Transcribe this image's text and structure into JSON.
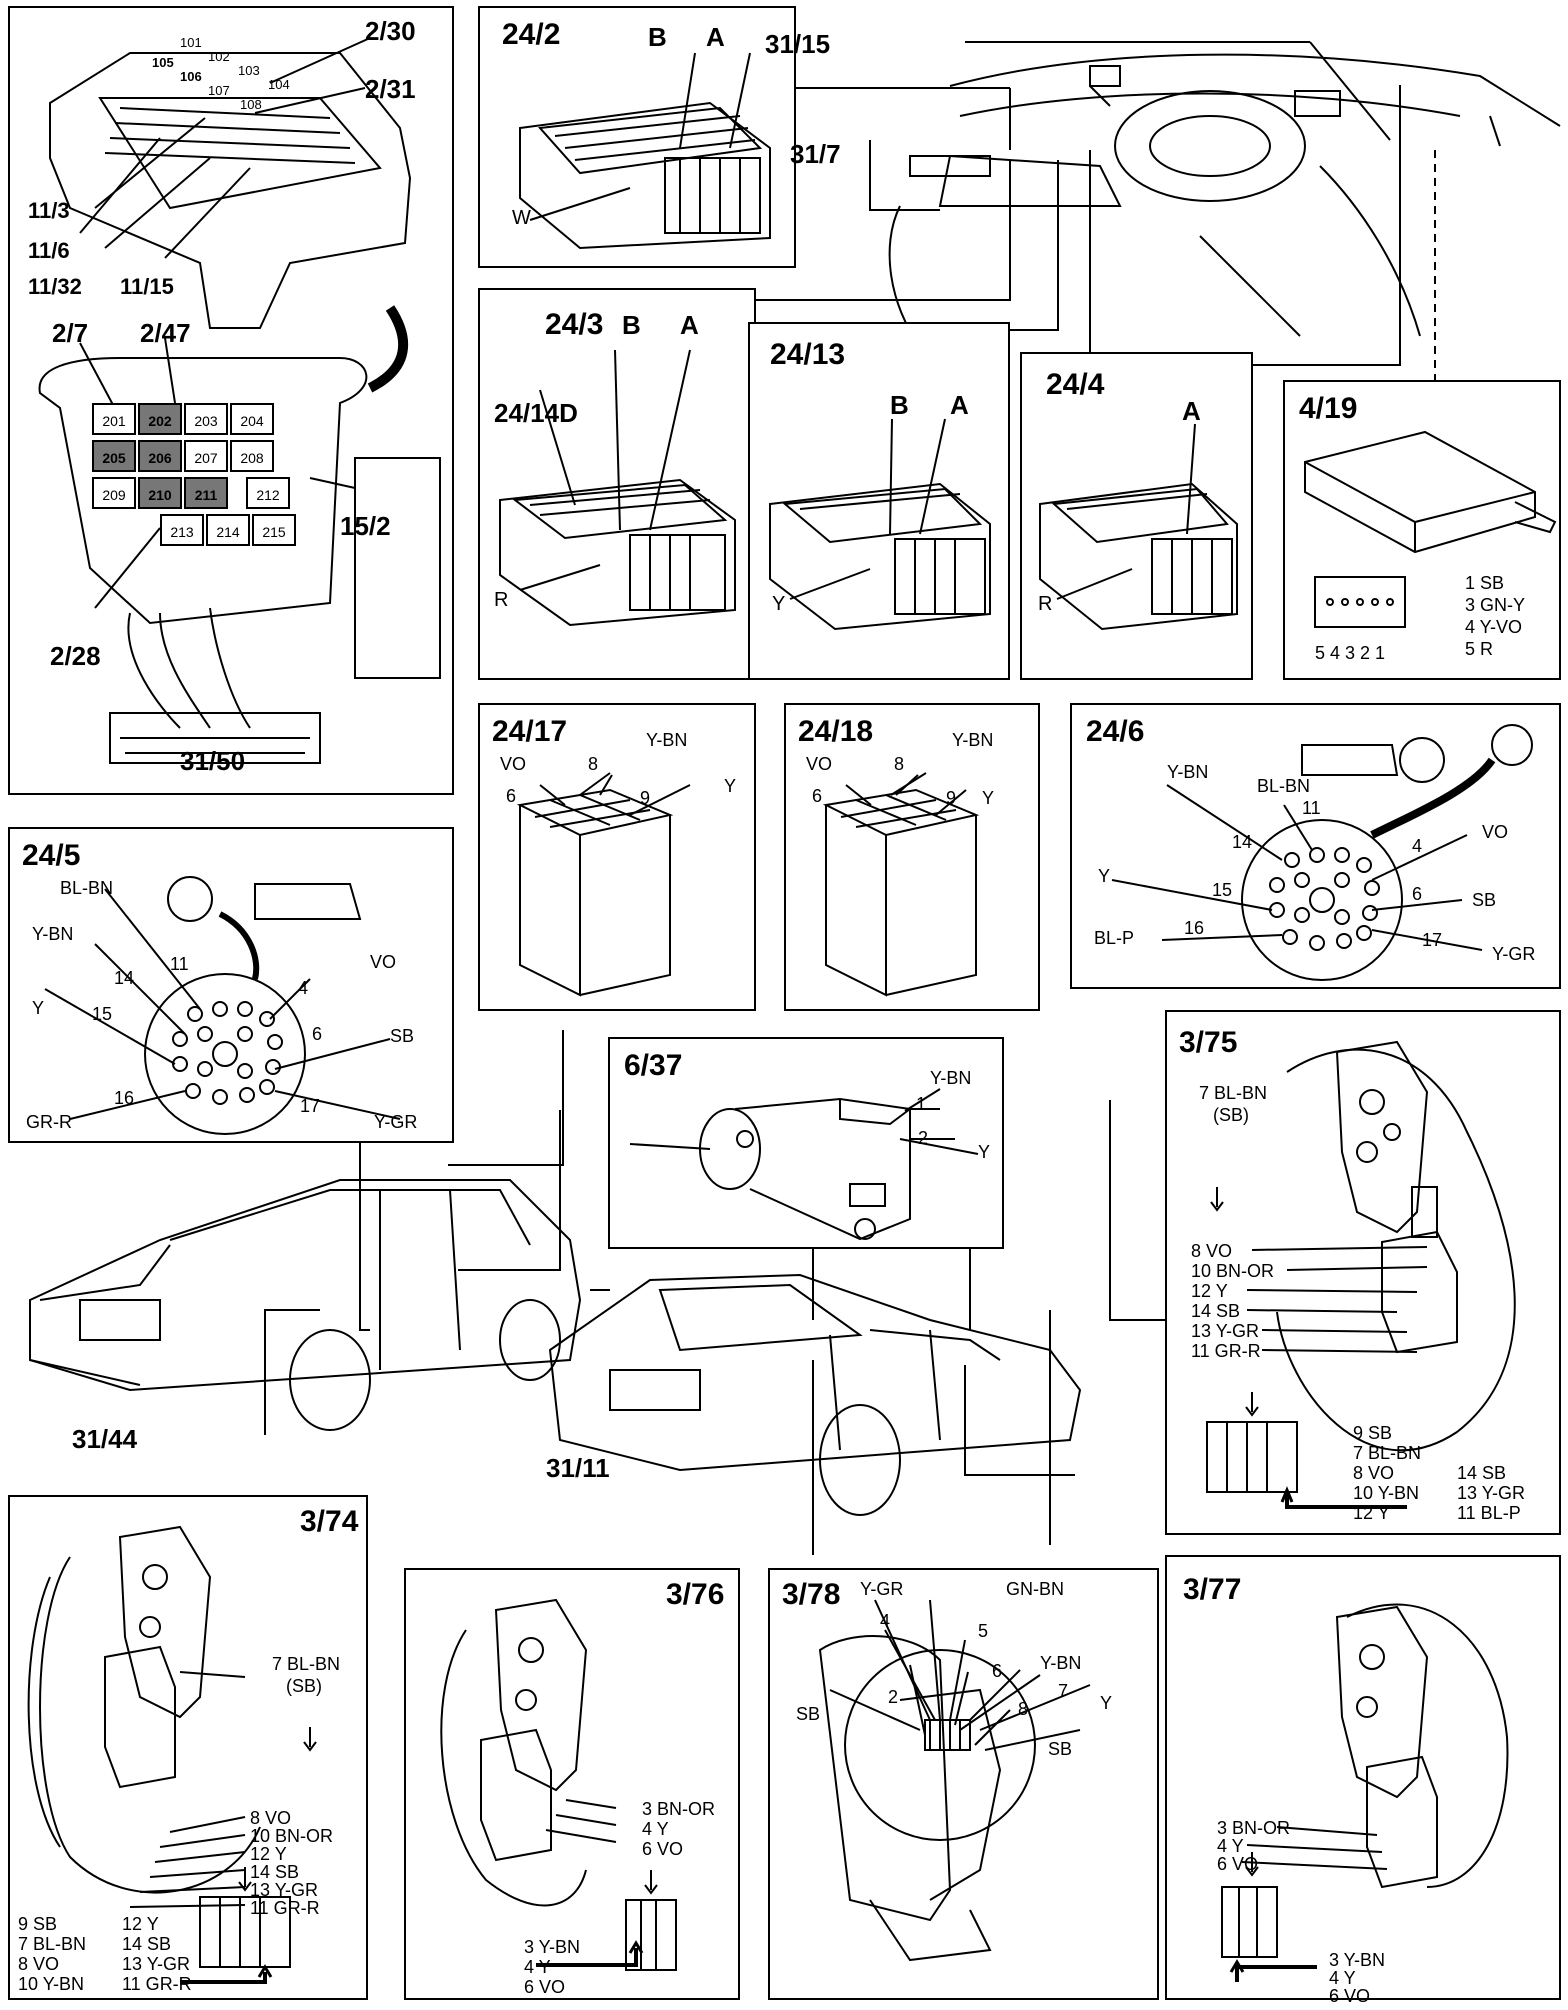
{
  "fuse_box": {
    "callouts": {
      "c230": "2/30",
      "c231": "2/31",
      "c113": "11/3",
      "c116": "11/6",
      "c1132": "11/32",
      "c1115": "11/15",
      "c27": "2/7",
      "c247": "2/47",
      "c152": "15/2",
      "c228": "2/28",
      "c3150": "31/50"
    },
    "top_fuses": [
      "101",
      "102",
      "103",
      "104",
      "105",
      "106",
      "107",
      "108"
    ],
    "relays": [
      "201",
      "202",
      "203",
      "204",
      "205",
      "206",
      "207",
      "208",
      "209",
      "210",
      "211",
      "212",
      "213",
      "214",
      "215"
    ]
  },
  "c24_2": {
    "title": "24/2",
    "b": "B",
    "a": "A",
    "w": "W"
  },
  "c24_3": {
    "title": "24/3",
    "b": "B",
    "a": "A",
    "c14d": "24/14D",
    "r": "R"
  },
  "c24_13": {
    "title": "24/13",
    "b": "B",
    "a": "A",
    "y": "Y"
  },
  "c24_4": {
    "title": "24/4",
    "a": "A",
    "r": "R"
  },
  "c4_19": {
    "title": "4/19",
    "pins": "5 4 3 2 1",
    "wires": [
      "1 SB",
      "3 GN-Y",
      "4 Y-VO",
      "5 R"
    ]
  },
  "dash": {
    "c3115": "31/15",
    "c317": "31/7"
  },
  "c24_17": {
    "title": "24/17",
    "ybn": "Y-BN",
    "vo": "VO",
    "p8": "8",
    "p6": "6",
    "p9": "9",
    "y": "Y"
  },
  "c24_18": {
    "title": "24/18",
    "ybn": "Y-BN",
    "vo": "VO",
    "p8": "8",
    "p6": "6",
    "p9": "9",
    "y": "Y"
  },
  "c24_6": {
    "title": "24/6",
    "ybn": "Y-BN",
    "blbn": "BL-BN",
    "p11": "11",
    "p14": "14",
    "p4": "4",
    "vo": "VO",
    "y": "Y",
    "p15": "15",
    "p6": "6",
    "sb": "SB",
    "blp": "BL-P",
    "p16": "16",
    "p17": "17",
    "ygr": "Y-GR"
  },
  "c24_5": {
    "title": "24/5",
    "blbn": "BL-BN",
    "ybn": "Y-BN",
    "p11": "11",
    "p14": "14",
    "p4": "4",
    "vo": "VO",
    "y": "Y",
    "p15": "15",
    "p6": "6",
    "sb": "SB",
    "p16": "16",
    "grr": "GR-R",
    "p17": "17",
    "ygr": "Y-GR"
  },
  "c6_37": {
    "title": "6/37",
    "ybn": "Y-BN",
    "p1": "1",
    "p2": "2",
    "y": "Y"
  },
  "cars": {
    "c3144": "31/44",
    "c3111": "31/11"
  },
  "c3_75": {
    "title": "3/75",
    "top1": "7 BL-BN",
    "top2": "(SB)",
    "wires": [
      "8 VO",
      "10 BN-OR",
      "12 Y",
      "14 SB",
      "13 Y-GR",
      "11 GR-R"
    ],
    "plug_left": [
      "9 SB",
      "7 BL-BN",
      "8 VO",
      "10 Y-BN",
      "12 Y"
    ],
    "plug_right": [
      "14 SB",
      "13 Y-GR",
      "11 BL-P"
    ]
  },
  "c3_74": {
    "title": "3/74",
    "top1": "7 BL-BN",
    "top2": "(SB)",
    "wires": [
      "8 VO",
      "10 BN-OR",
      "12 Y",
      "14 SB",
      "13 Y-GR",
      "11 GR-R"
    ],
    "plug_left": [
      "9 SB",
      "7 BL-BN",
      "8 VO",
      "10 Y-BN"
    ],
    "plug_right": [
      "12 Y",
      "14 SB",
      "13 Y-GR",
      "11 GR-R"
    ]
  },
  "c3_76": {
    "title": "3/76",
    "wires": [
      "3 BN-OR",
      "4 Y",
      "6 VO"
    ],
    "plug": [
      "3 Y-BN",
      "4 Y",
      "6 VO"
    ]
  },
  "c3_78": {
    "title": "3/78",
    "ygr": "Y-GR",
    "gnbn": "GN-BN",
    "p4": "4",
    "p5": "5",
    "p6": "6",
    "ybn": "Y-BN",
    "p7": "7",
    "y": "Y",
    "p2": "2",
    "sb1": "SB",
    "p8": "8",
    "sb2": "SB"
  },
  "c3_77": {
    "title": "3/77",
    "wires": [
      "3 BN-OR",
      "4 Y",
      "6 VO"
    ],
    "plug": [
      "3 Y-BN",
      "4 Y",
      "6 VO"
    ]
  }
}
